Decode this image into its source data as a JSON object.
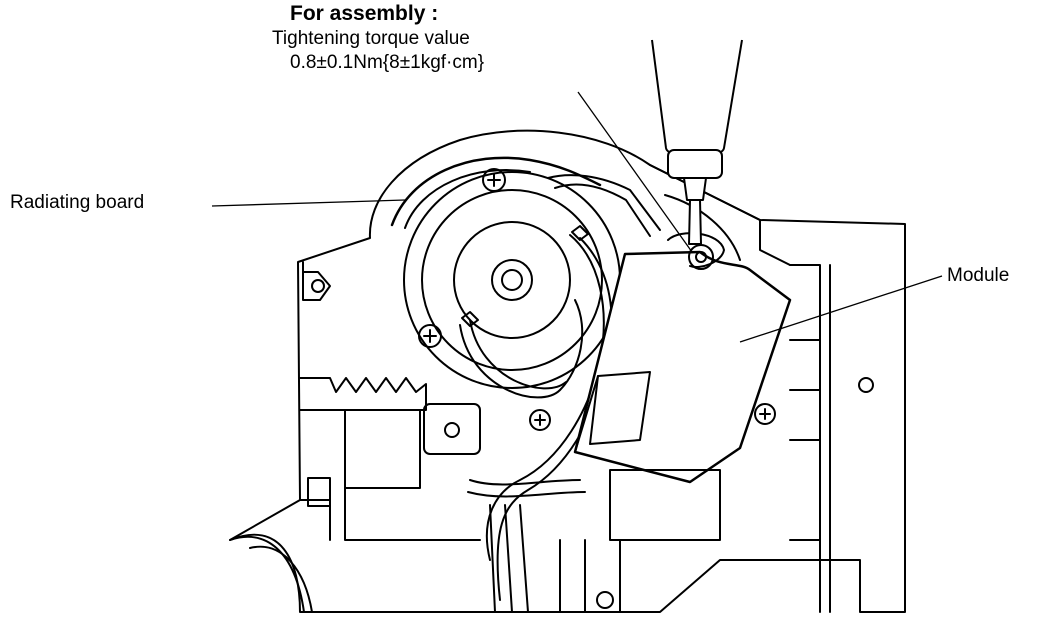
{
  "annotation": {
    "title": "For assembly :",
    "line1": "Tightening torque value",
    "line2": "0.8±0.1Nm{8±1kgf·cm}"
  },
  "labels": {
    "radiating_board": "Radiating board",
    "module": "Module"
  },
  "colors": {
    "ink": "#000000",
    "paper": "#ffffff"
  },
  "icons": [
    "screwdriver-icon",
    "screw-icon"
  ]
}
